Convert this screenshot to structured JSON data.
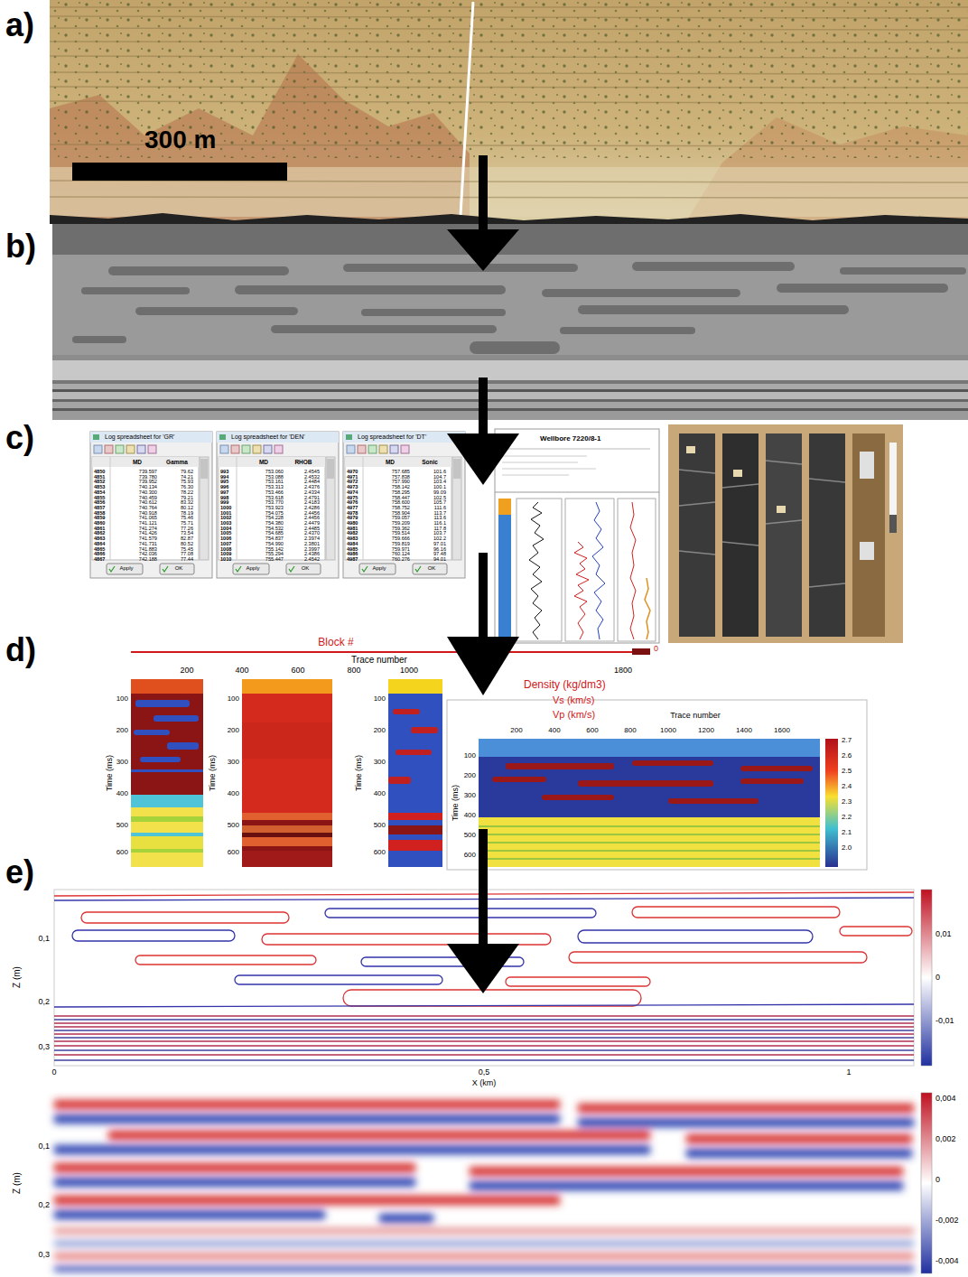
{
  "diagram": {
    "labels": [
      "a)",
      "b)",
      "c)",
      "d)",
      "e)",
      "300 m",
      "Log spreadsheet for 'GR'",
      "MD",
      "Gamma",
      "4850",
      "739.597",
      "79.62",
      "4851",
      "739.780",
      "74.21",
      "4852",
      "739.952",
      "75.93",
      "4853",
      "740.134",
      "76.30",
      "4854",
      "740.300",
      "78.22",
      "4855",
      "740.459",
      "79.21",
      "4856",
      "740.612",
      "83.32",
      "4857",
      "740.764",
      "80.12",
      "4858",
      "740.918",
      "78.19",
      "4859",
      "741.065",
      "75.46",
      "4860",
      "741.121",
      "75.71",
      "4861",
      "741.274",
      "77.26",
      "4862",
      "741.426",
      "73.54",
      "4863",
      "741.579",
      "82.87",
      "4864",
      "741.731",
      "80.52",
      "4865",
      "741.883",
      "75.45",
      "4866",
      "742.036",
      "77.08",
      "4867",
      "742.188",
      "77.44",
      "Apply",
      "OK",
      "Log spreadsheet for 'DEN'",
      "MD",
      "RHOB",
      "993",
      "753.060",
      "2.4545",
      "994",
      "753.088",
      "2.4532",
      "995",
      "753.161",
      "2.4484",
      "996",
      "753.313",
      "2.4376",
      "997",
      "753.466",
      "2.4334",
      "998",
      "753.618",
      "2.4791",
      "999",
      "753.770",
      "2.4183",
      "1000",
      "753.923",
      "2.4286",
      "1001",
      "754.075",
      "2.4456",
      "1002",
      "754.228",
      "2.4456",
      "1003",
      "754.380",
      "2.4479",
      "1004",
      "754.532",
      "2.4485",
      "1005",
      "754.685",
      "2.4370",
      "1006",
      "754.837",
      "2.3974",
      "1007",
      "754.990",
      "2.3801",
      "1008",
      "755.142",
      "2.3997",
      "1009",
      "755.294",
      "2.4386",
      "1010",
      "755.447",
      "2.4542",
      "Apply",
      "OK",
      "Log spreadsheet for 'DT'",
      "MD",
      "Sonic",
      "4970",
      "757.685",
      "101.6",
      "4971",
      "757.838",
      "104.7",
      "4972",
      "757.990",
      "103.4",
      "4973",
      "758.142",
      "100.1",
      "4974",
      "758.295",
      "99.09",
      "4975",
      "758.447",
      "102.5",
      "4976",
      "758.600",
      "105.7",
      "4977",
      "758.752",
      "111.6",
      "4978",
      "758.904",
      "113.7",
      "4979",
      "759.057",
      "113.6",
      "4980",
      "759.209",
      "116.1",
      "4981",
      "759.362",
      "117.8",
      "4982",
      "759.514",
      "103.7",
      "4983",
      "759.666",
      "102.2",
      "4984",
      "759.819",
      "97.01",
      "4985",
      "759.971",
      "96.16",
      "4986",
      "760.124",
      "97.48",
      "4987",
      "760.276",
      "94.01",
      "Apply",
      "OK",
      "Wellbore 7220/8-1",
      "Block #",
      "Trace number",
      "200",
      "400",
      "600",
      "800",
      "1000",
      "1800",
      "0",
      "Density (kg/dm3)",
      "Vs (km/s)",
      "Vp (km/s)",
      "Time (ms)",
      "100",
      "200",
      "300",
      "400",
      "500",
      "600",
      "Time (ms)",
      "100",
      "200",
      "300",
      "400",
      "500",
      "600",
      "Time (ms)",
      "100",
      "200",
      "300",
      "400",
      "500",
      "600",
      "Trace number",
      "200",
      "400",
      "600",
      "800",
      "1000",
      "1200",
      "1400",
      "1600",
      "Time (ms)",
      "100",
      "200",
      "300",
      "400",
      "500",
      "600",
      "2.7",
      "2.6",
      "2.5",
      "2.4",
      "2.3",
      "2.2",
      "2.1",
      "2.0",
      "Z (m)",
      "0,1",
      "0,2",
      "0,3",
      "0",
      "0,5",
      "1",
      "X (km)",
      "0,01",
      "0",
      "-0,01",
      "Z (m)",
      "0,1",
      "0,2",
      "0,3",
      "0,004",
      "0,002",
      "0",
      "-0,002",
      "-0,004"
    ]
  }
}
